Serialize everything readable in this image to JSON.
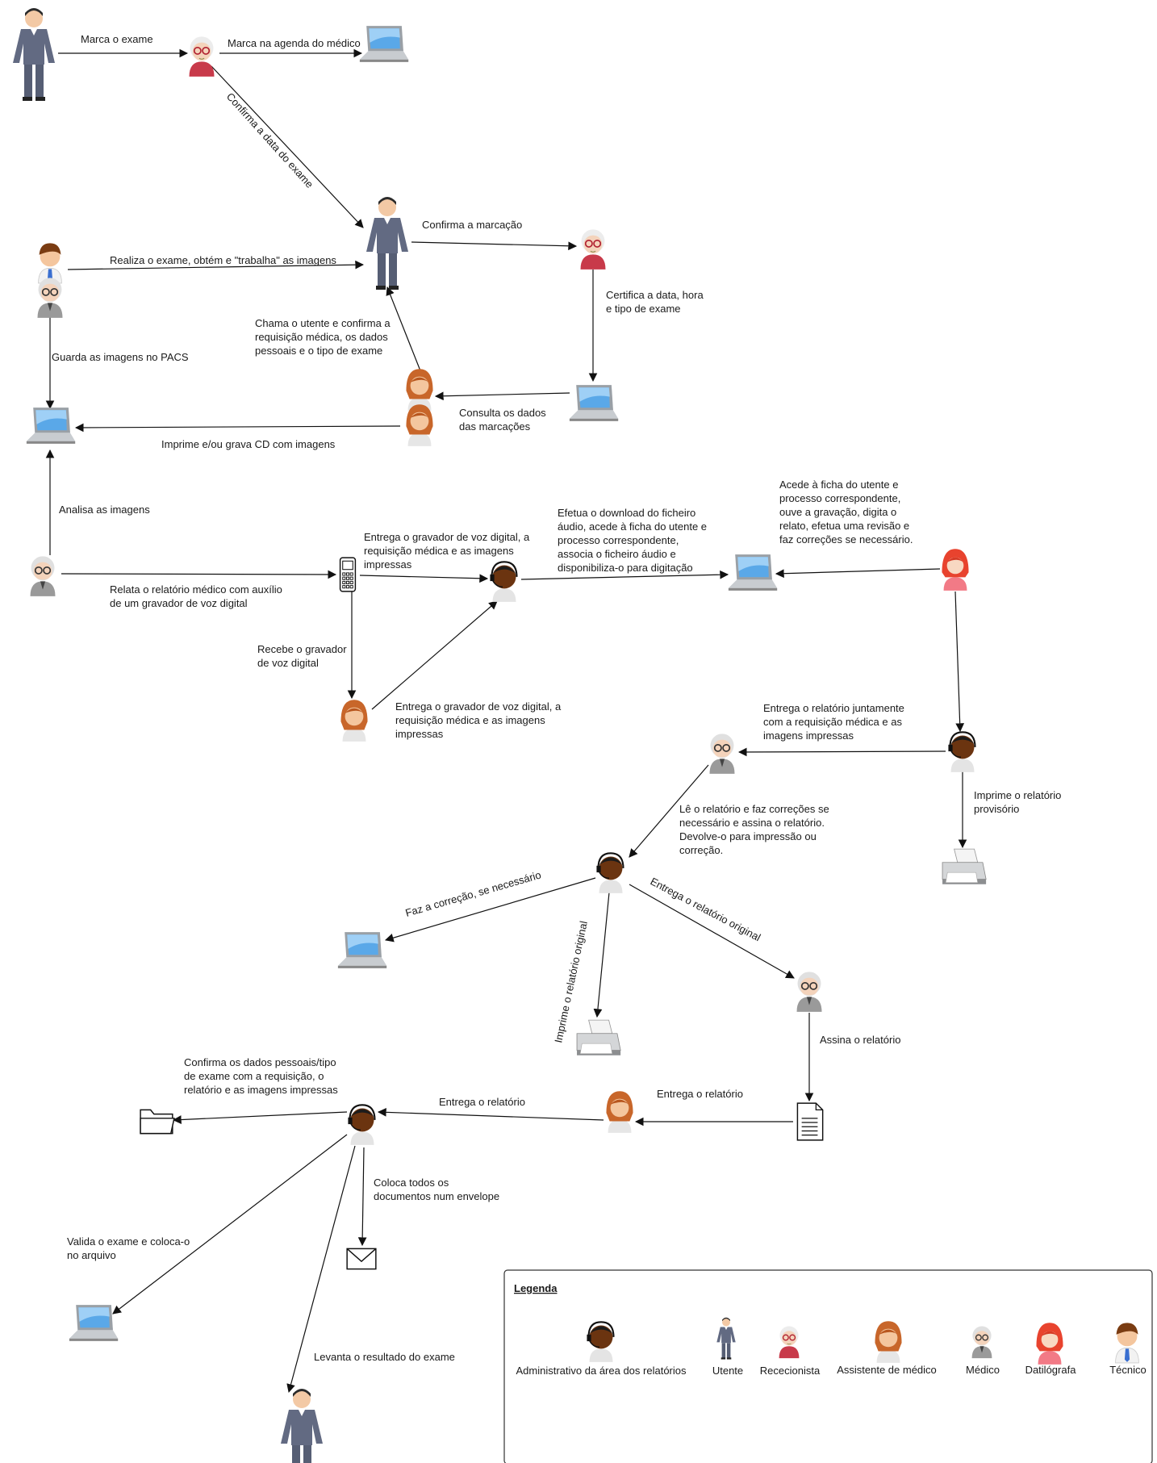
{
  "edges": [
    {
      "id": "e1",
      "label": [
        "Marca o exame"
      ]
    },
    {
      "id": "e2",
      "label": [
        "Marca na agenda do médico"
      ]
    },
    {
      "id": "e3",
      "label": [
        "Confirma a data do exame"
      ]
    },
    {
      "id": "e4",
      "label": [
        "Confirma a marcação"
      ]
    },
    {
      "id": "e5",
      "label": [
        "Certifica a data, hora",
        "e tipo de exame"
      ]
    },
    {
      "id": "e6",
      "label": [
        "Consulta os dados",
        "das marcações"
      ]
    },
    {
      "id": "e7",
      "label": [
        "Chama o utente e confirma a",
        "requisição médica, os dados",
        "pessoais e o tipo de exame"
      ]
    },
    {
      "id": "e8",
      "label": [
        "Realiza o exame, obtém e \"trabalha\" as imagens"
      ]
    },
    {
      "id": "e9",
      "label": [
        "Guarda as imagens no PACS"
      ]
    },
    {
      "id": "e10",
      "label": [
        "Imprime e/ou grava CD com imagens"
      ]
    },
    {
      "id": "e11",
      "label": [
        "Analisa as imagens"
      ]
    },
    {
      "id": "e12",
      "label": [
        "Relata o relatório médico com auxílio",
        "de um gravador de voz digital"
      ]
    },
    {
      "id": "e13",
      "label": [
        "Entrega o gravador de voz digital, a",
        "requisição médica e as imagens",
        "impressas"
      ]
    },
    {
      "id": "e14",
      "label": [
        "Recebe o gravador",
        "de voz digital"
      ]
    },
    {
      "id": "e15",
      "label": [
        "Entrega o gravador de voz digital, a",
        "requisição médica e as imagens",
        "impressas"
      ]
    },
    {
      "id": "e16",
      "label": [
        "Efetua o download do ficheiro",
        "áudio, acede à ficha do utente e",
        "processo correspondente,",
        "associa o ficheiro áudio e",
        "disponibiliza-o para digitação"
      ]
    },
    {
      "id": "e17",
      "label": [
        "Acede à ficha do utente e",
        "processo correspondente,",
        "ouve a gravação, digita o",
        "relato, efetua uma revisão e",
        "faz correções se necessário."
      ]
    },
    {
      "id": "e18",
      "label": []
    },
    {
      "id": "e19",
      "label": [
        "Entrega o relatório juntamente",
        "com a requisição médica e as",
        "imagens impressas"
      ]
    },
    {
      "id": "e20",
      "label": [
        "Imprime o relatório",
        "provisório"
      ]
    },
    {
      "id": "e21",
      "label": [
        "Lê o relatório e faz correções se",
        "necessário e assina o relatório.",
        "Devolve-o para impressão ou",
        "correção."
      ]
    },
    {
      "id": "e22",
      "label": [
        "Faz a correção, se necessário"
      ]
    },
    {
      "id": "e23",
      "label": [
        "Imprime o relatório original"
      ]
    },
    {
      "id": "e24",
      "label": [
        "Entrega o relatório original"
      ]
    },
    {
      "id": "e25",
      "label": [
        "Assina o relatório"
      ]
    },
    {
      "id": "e26",
      "label": [
        "Entrega o relatório"
      ]
    },
    {
      "id": "e27",
      "label": [
        "Entrega o relatório"
      ]
    },
    {
      "id": "e28",
      "label": [
        "Confirma os dados pessoais/tipo",
        "de exame com a requisição, o",
        "relatório e as imagens impressas"
      ]
    },
    {
      "id": "e29",
      "label": [
        "Coloca todos os",
        "documentos num envelope"
      ]
    },
    {
      "id": "e30",
      "label": [
        "Valida o exame e coloca-o",
        "no arquivo"
      ]
    },
    {
      "id": "e31",
      "label": [
        "Levanta o resultado do exame"
      ]
    }
  ],
  "legend": {
    "title": "Legenda",
    "items": [
      {
        "role": "administrativo",
        "label": "Administrativo da área dos relatórios"
      },
      {
        "role": "utente",
        "label": "Utente"
      },
      {
        "role": "rececionista",
        "label": "Rececionista"
      },
      {
        "role": "assistente",
        "label": "Assistente de médico"
      },
      {
        "role": "medico",
        "label": "Médico"
      },
      {
        "role": "datilografa",
        "label": "Datilógrafa"
      },
      {
        "role": "tecnico",
        "label": "Técnico"
      }
    ]
  },
  "colors": {
    "utente_suit": "#626a82",
    "rececionista_top": "#c83a4a",
    "assistente_hair": "#c8662a",
    "medico_coat": "#9a9a9a",
    "datilografa_hair": "#e8432e",
    "administrativo_skin": "#6b3410",
    "tecnico_hair": "#7a3c12",
    "laptop_screen": "#5aa8e8",
    "arrow": "#111111"
  }
}
